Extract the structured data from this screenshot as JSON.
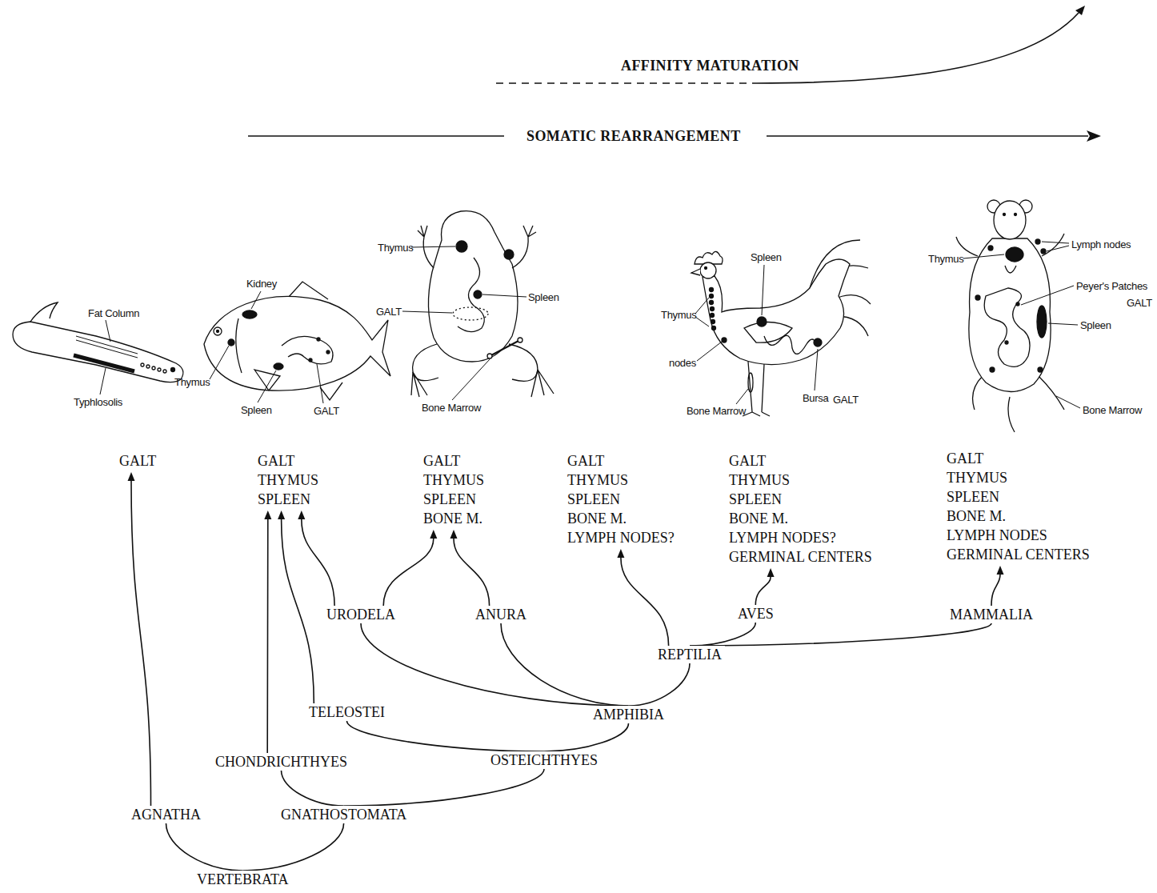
{
  "diagram": {
    "nodes": [
      {
        "text": [
          "VERTEBRATA"
        ]
      },
      {
        "text": [
          "AGNATHA"
        ]
      },
      {
        "text": [
          "GNATHOSTOMATA"
        ]
      },
      {
        "text": [
          "CHONDRICHTHYES"
        ]
      },
      {
        "text": [
          "OSTEICHTHYES"
        ]
      },
      {
        "text": [
          "TELEOSTEI"
        ]
      },
      {
        "text": [
          "AMPHIBIA"
        ]
      },
      {
        "text": [
          "URODELA"
        ]
      },
      {
        "text": [
          "ANURA"
        ]
      },
      {
        "text": [
          "REPTILIA"
        ]
      },
      {
        "text": [
          "AVES"
        ]
      },
      {
        "text": [
          "MAMMALIA"
        ]
      },
      {
        "text": [
          "GALT"
        ]
      },
      {
        "text": [
          "GALT",
          "THYMUS",
          "SPLEEN"
        ]
      },
      {
        "text": [
          "GALT",
          "THYMUS",
          "SPLEEN",
          "BONE M."
        ]
      },
      {
        "text": [
          "GALT",
          "THYMUS",
          "SPLEEN",
          "BONE M.",
          "LYMPH NODES?"
        ]
      },
      {
        "text": [
          "GALT",
          "THYMUS",
          "SPLEEN",
          "BONE M.",
          "LYMPH NODES?",
          "GERMINAL CENTERS"
        ]
      },
      {
        "text": [
          "GALT",
          "THYMUS",
          "SPLEEN",
          "BONE M.",
          "LYMPH NODES",
          "GERMINAL CENTERS"
        ]
      }
    ],
    "edges": [
      {
        "from": 0,
        "to": 1,
        "arrow": "none"
      },
      {
        "from": 0,
        "to": 2,
        "arrow": "none"
      },
      {
        "from": 2,
        "to": 3,
        "arrow": "none"
      },
      {
        "from": 2,
        "to": 4,
        "arrow": "none"
      },
      {
        "from": 4,
        "to": 5,
        "arrow": "none"
      },
      {
        "from": 4,
        "to": 6,
        "arrow": "none"
      },
      {
        "from": 6,
        "to": 7,
        "arrow": "none"
      },
      {
        "from": 6,
        "to": 8,
        "arrow": "none"
      },
      {
        "from": 6,
        "to": 9,
        "arrow": "none"
      },
      {
        "from": 9,
        "to": 10,
        "arrow": "none"
      },
      {
        "from": 9,
        "to": 11,
        "arrow": "none"
      },
      {
        "from": 1,
        "to": 12,
        "arrow": "to"
      },
      {
        "from": 3,
        "to": 13,
        "arrow": "to"
      },
      {
        "from": 5,
        "to": 13,
        "arrow": "to"
      },
      {
        "from": 7,
        "to": 13,
        "arrow": "to"
      },
      {
        "from": 7,
        "to": 14,
        "arrow": "to"
      },
      {
        "from": 8,
        "to": 14,
        "arrow": "to"
      },
      {
        "from": 9,
        "to": 15,
        "arrow": "to"
      },
      {
        "from": 10,
        "to": 16,
        "arrow": "to"
      },
      {
        "from": 11,
        "to": 17,
        "arrow": "to"
      }
    ],
    "labels": [
      "AFFINITY MATURATION",
      "SOMATIC REARRANGEMENT",
      "Fat Column",
      "Typhlosolis",
      "Kidney",
      "Thymus",
      "Spleen",
      "GALT",
      "Thymus",
      "Spleen",
      "GALT",
      "Bone Marrow",
      "Spleen",
      "Thymus",
      "nodes",
      "Bone Marrow",
      "Bursa",
      "GALT",
      "Lymph nodes",
      "Thymus",
      "Peyer's Patches",
      "GALT",
      "Spleen",
      "Bone Marrow"
    ]
  }
}
